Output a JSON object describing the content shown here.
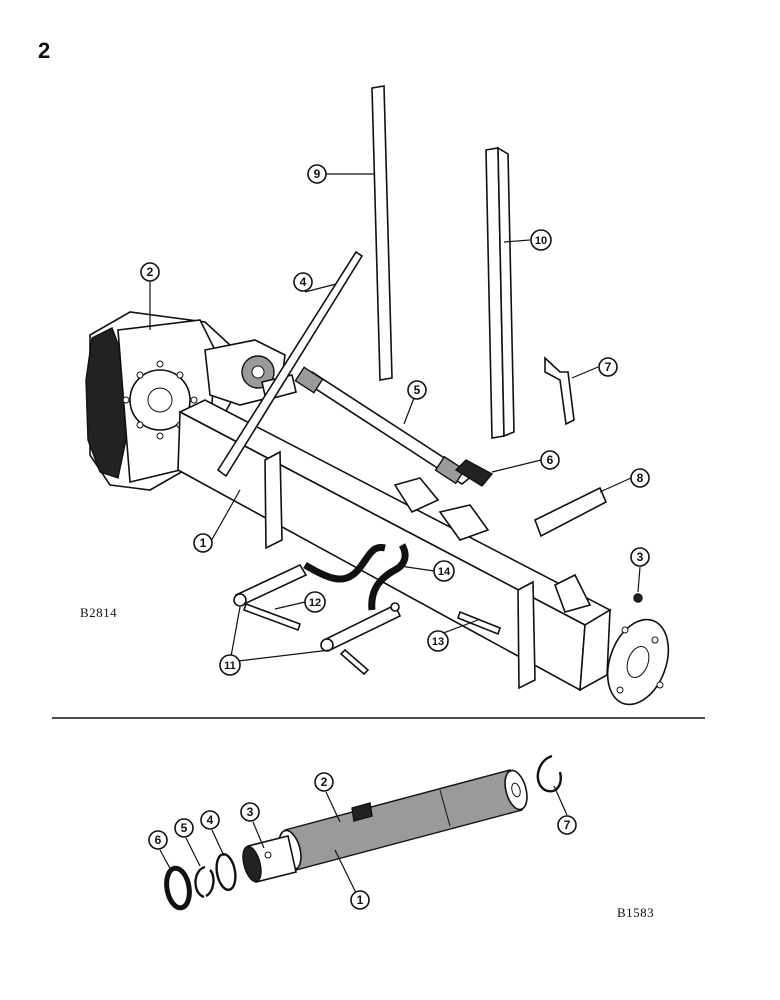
{
  "page": {
    "number": "2"
  },
  "upper_figure": {
    "code": "B2814",
    "callouts": [
      "1",
      "2",
      "3",
      "4",
      "5",
      "6",
      "7",
      "8",
      "9",
      "10",
      "11",
      "12",
      "13",
      "14"
    ]
  },
  "lower_figure": {
    "code": "B1583",
    "callouts": [
      "1",
      "2",
      "3",
      "4",
      "5",
      "6",
      "7"
    ]
  }
}
